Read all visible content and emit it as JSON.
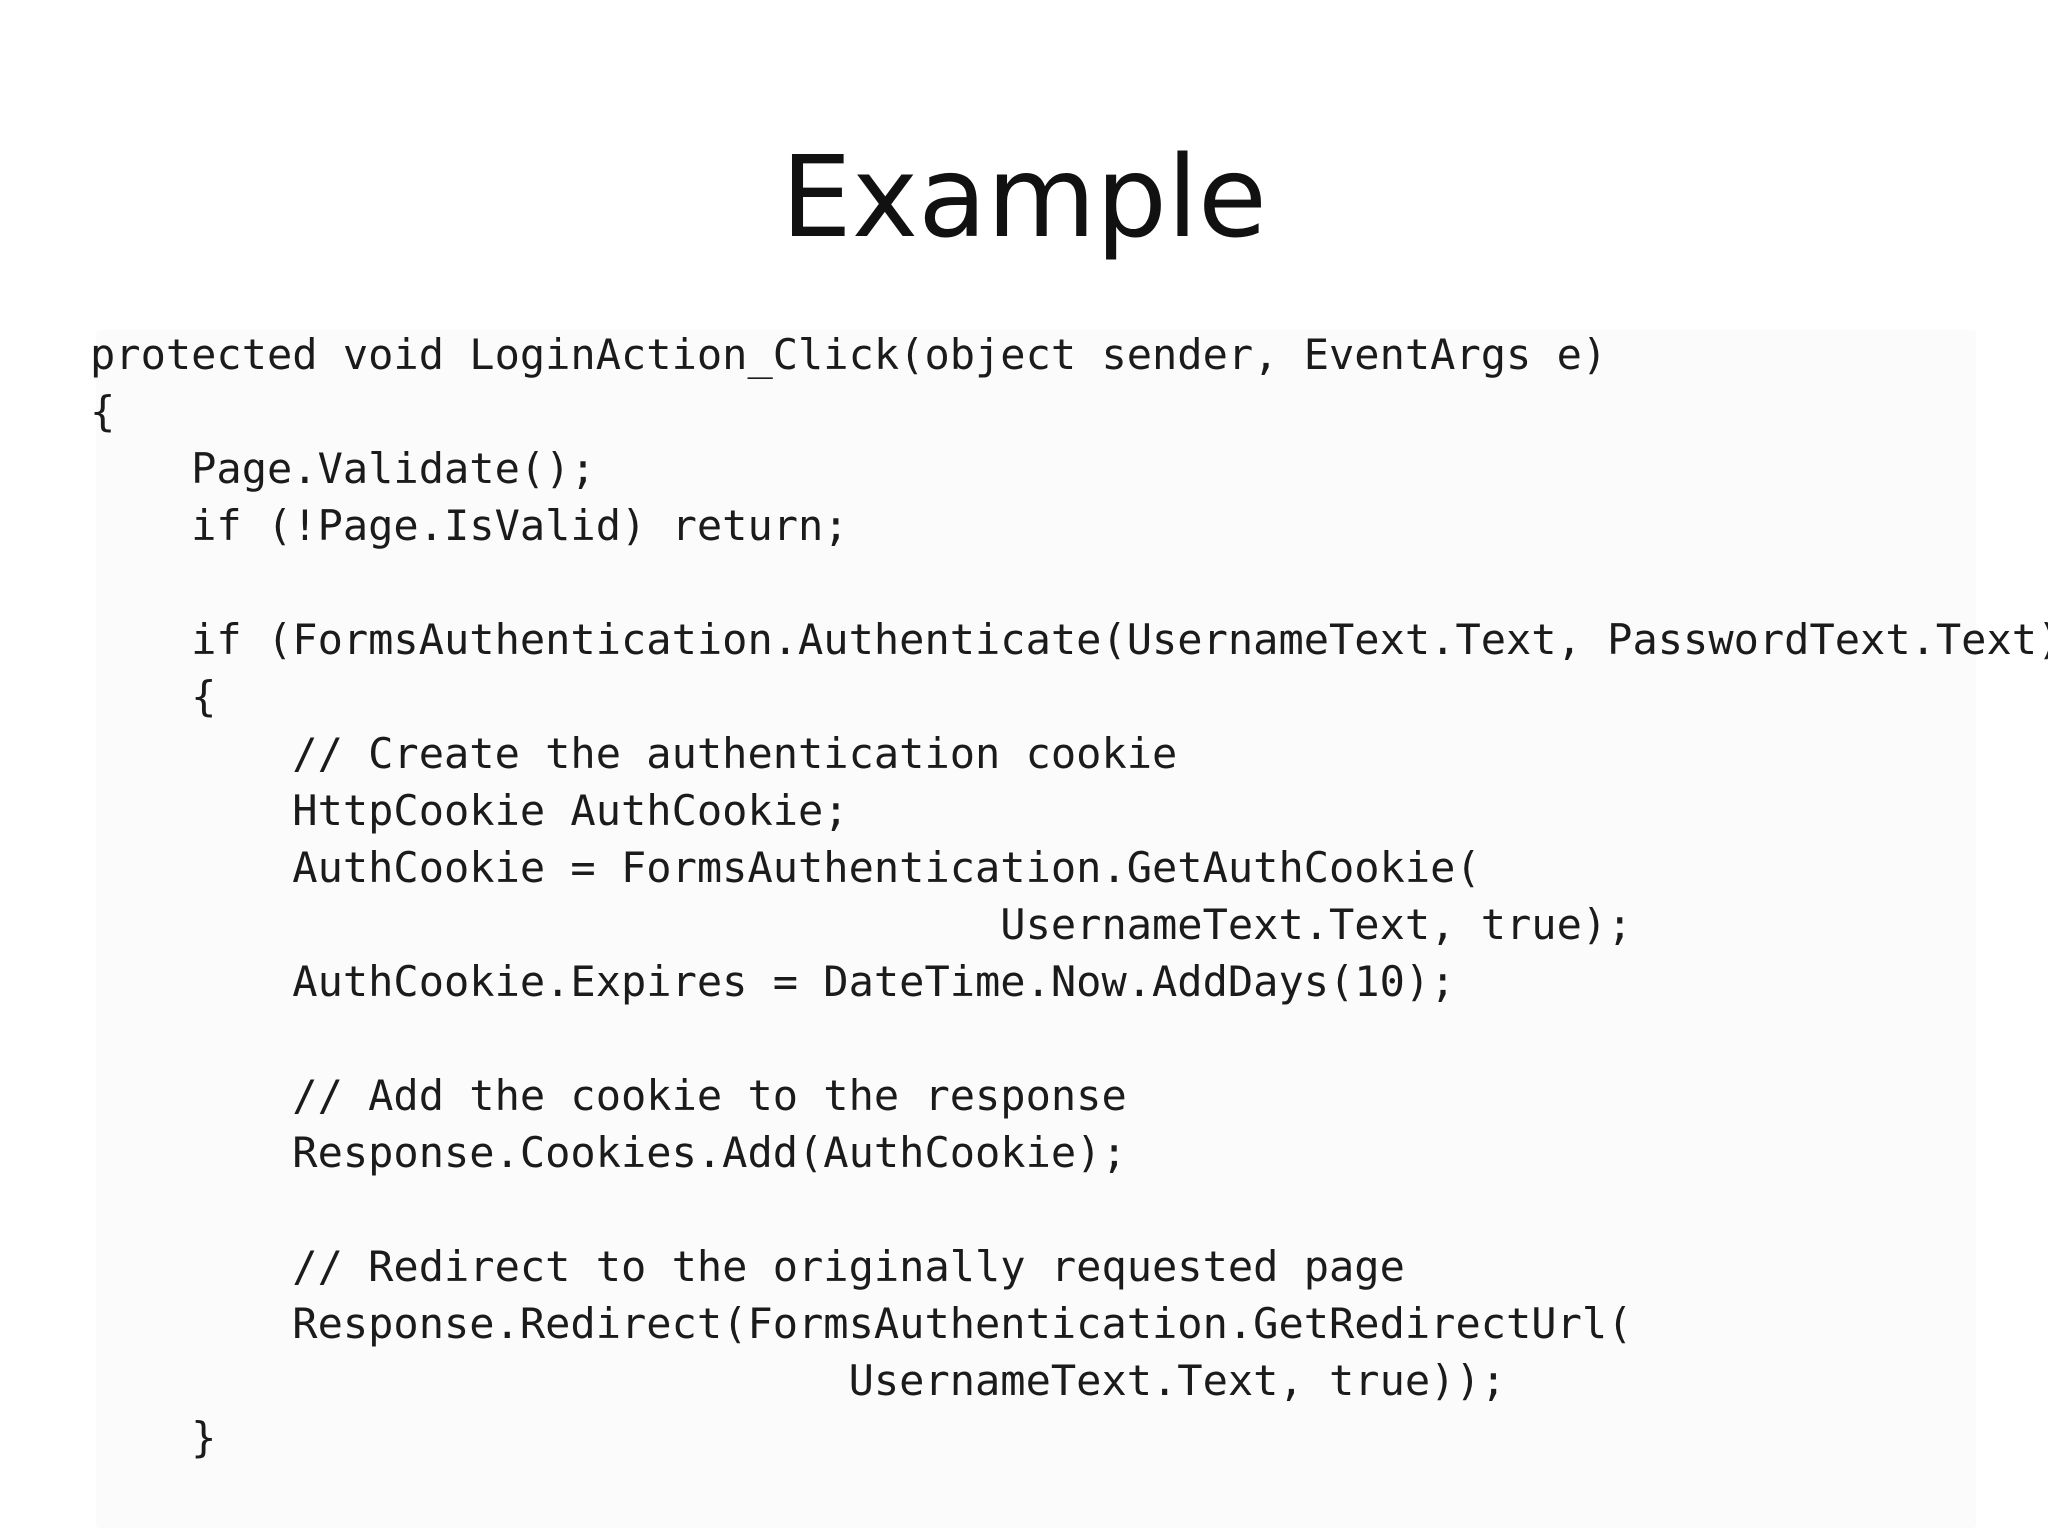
{
  "slide": {
    "title": "Example",
    "code_lines": [
      "protected void LoginAction_Click(object sender, EventArgs e)",
      "{",
      "    Page.Validate();",
      "    if (!Page.IsValid) return;",
      "",
      "    if (FormsAuthentication.Authenticate(UsernameText.Text, PasswordText.Text))",
      "    {",
      "        // Create the authentication cookie",
      "        HttpCookie AuthCookie;",
      "        AuthCookie = FormsAuthentication.GetAuthCookie(",
      "                                    UsernameText.Text, true);",
      "        AuthCookie.Expires = DateTime.Now.AddDays(10);",
      "",
      "        // Add the cookie to the response",
      "        Response.Cookies.Add(AuthCookie);",
      "",
      "        // Redirect to the originally requested page",
      "        Response.Redirect(FormsAuthentication.GetRedirectUrl(",
      "                              UsernameText.Text, true));",
      "    }"
    ]
  }
}
